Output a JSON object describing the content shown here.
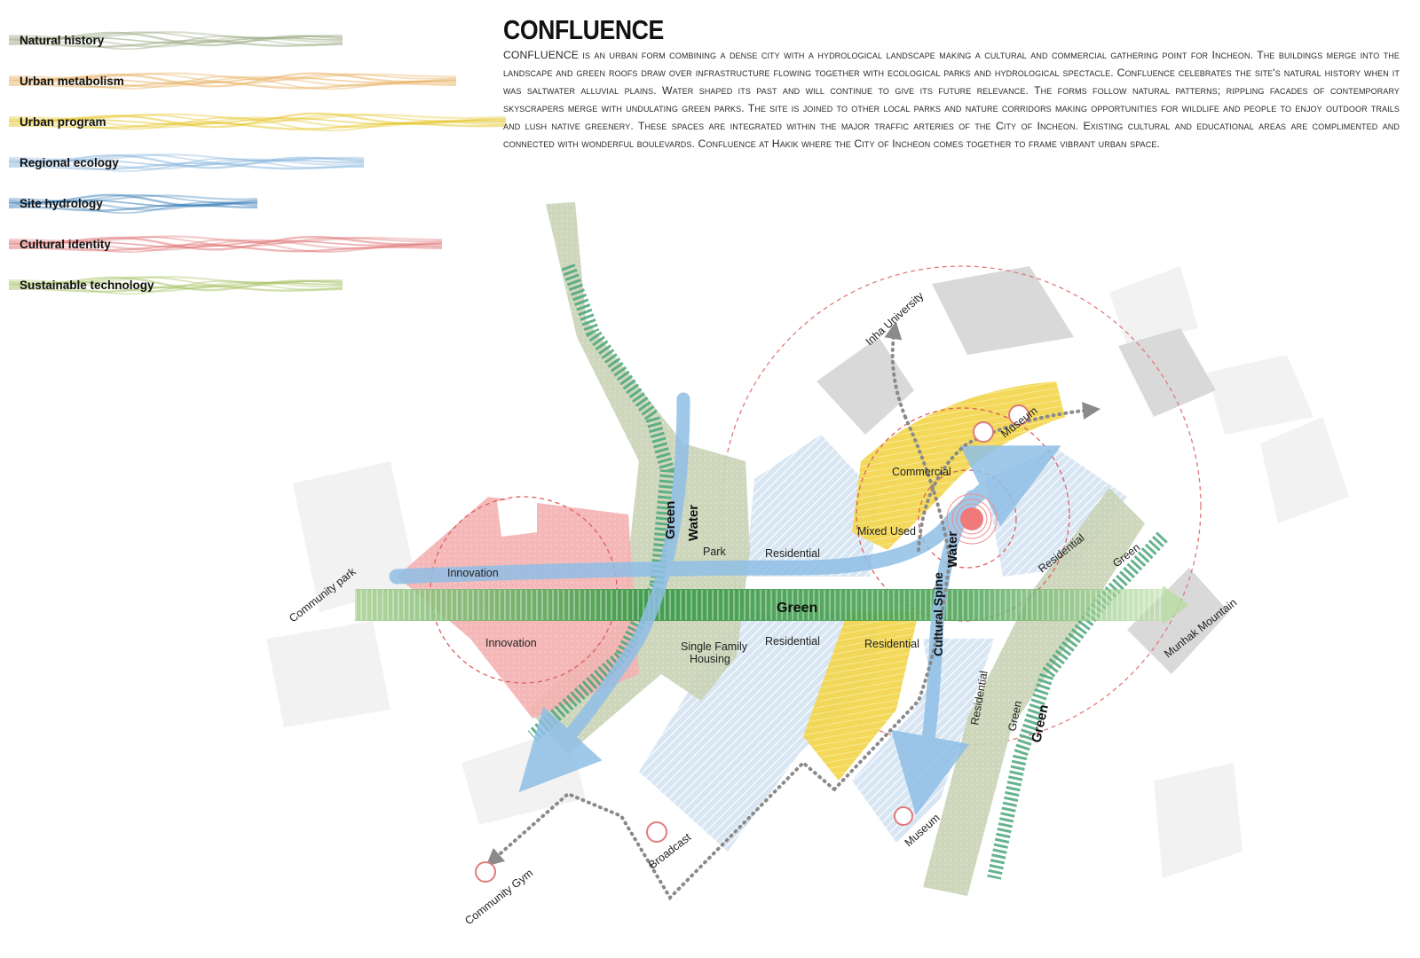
{
  "legend": {
    "items": [
      {
        "label": "Natural history",
        "color": "#9aa882"
      },
      {
        "label": "Urban metabolism",
        "color": "#e8b060"
      },
      {
        "label": "Urban program",
        "color": "#e6c62a"
      },
      {
        "label": "Regional ecology",
        "color": "#86b4dc"
      },
      {
        "label": "Site hydrology",
        "color": "#3b7fb8"
      },
      {
        "label": "Cultural identity",
        "color": "#e07272"
      },
      {
        "label": "Sustainable technology",
        "color": "#a6c264"
      }
    ]
  },
  "header": {
    "title": "CONFLUENCE",
    "description": "CONFLUENCE is an urban form combining a dense city with a hydrological landscape making a cultural and commercial gathering point for Incheon. The buildings merge into the landscape and green roofs draw over infrastructure flowing together with ecological parks and hydrological spectacle. Confluence celebrates the site's natural history when it was saltwater alluvial plains. Water shaped its past and will continue to give its future relevance. The forms follow natural patterns; rippling facades of contemporary skyscrapers merge with undulating green parks.  The site is joined to other local parks and nature corridors making opportunities for wildlife and people to enjoy outdoor trails and lush native greenery. These spaces are integrated within the major traffic arteries of the City of Incheon. Existing cultural and educational areas are complimented and connected with wonderful boulevards. Confluence at Hakik where the City of Incheon comes together to frame vibrant urban space."
  },
  "diagram": {
    "labels": {
      "community_park": "Community park",
      "innovation_top": "Innovation",
      "innovation_bottom": "Innovation",
      "green_left": "Green",
      "water_left": "Water",
      "park": "Park",
      "residential_1": "Residential",
      "single_family_1": "Single Family",
      "single_family_2": "Housing",
      "residential_2": "Residential",
      "green_center": "Green",
      "commercial": "Commercial",
      "mixed_used": "Mixed Used",
      "water_right": "Water",
      "cultural_spine": "Cultural Spine",
      "residential_3": "Residential",
      "residential_4": "Residential",
      "residential_5": "Residential",
      "green_right_1": "Green",
      "green_right_2": "Green",
      "green_right_3": "Green",
      "munhak_mountain": "Munhak Mountain",
      "inha_university": "Inha University",
      "museum_top": "Museum",
      "museum_bottom": "Museum",
      "broadcast": "Broadcast",
      "community_gym": "Community Gym"
    },
    "colors": {
      "green_band": "#3e9a4a",
      "water": "#8fbfe6",
      "innovation": "#f2a7a7",
      "residential": "#c7dcef",
      "commercial": "#f1d24a",
      "park_green": "#c9d4b8",
      "teal_stripe": "#4aa67a",
      "dashed_circle": "#e07a7a",
      "path_dots": "#8a8a8a"
    }
  }
}
